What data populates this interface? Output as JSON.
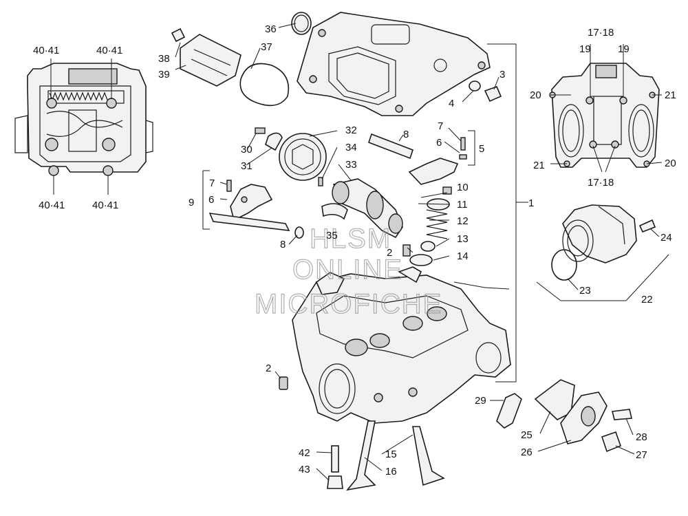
{
  "labels": {
    "1": "1",
    "2a": "2",
    "2b": "2",
    "3": "3",
    "4": "4",
    "5": "5",
    "6a": "6",
    "6b": "6",
    "7a": "7",
    "7b": "7",
    "8a": "8",
    "8b": "8",
    "9": "9",
    "10": "10",
    "11": "11",
    "12": "12",
    "13": "13",
    "14": "14",
    "15": "15",
    "16": "16",
    "17_18a": "17·18",
    "17_18b": "17·18",
    "19a": "19",
    "19b": "19",
    "20a": "20",
    "20b": "20",
    "21a": "21",
    "21b": "21",
    "22": "22",
    "23": "23",
    "24": "24",
    "25": "25",
    "26": "26",
    "27": "27",
    "28": "28",
    "29": "29",
    "30": "30",
    "31": "31",
    "32": "32",
    "33": "33",
    "34": "34",
    "35": "35",
    "36": "36",
    "37": "37",
    "38": "38",
    "39": "39",
    "40_41a": "40·41",
    "40_41b": "40·41",
    "40_41c": "40·41",
    "40_41d": "40·41",
    "42": "42",
    "43": "43"
  },
  "watermark": {
    "line1": "HLSM",
    "line2": "ONLINE",
    "line3": "MICROFICHE"
  }
}
